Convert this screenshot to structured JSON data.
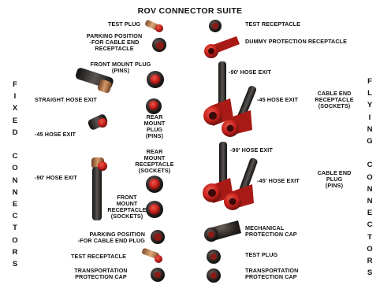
{
  "title": "ROV CONNECTOR SUITE",
  "side_labels": {
    "left_letters": [
      "F",
      "I",
      "X",
      "E",
      "D",
      "",
      "C",
      "O",
      "N",
      "N",
      "E",
      "C",
      "T",
      "O",
      "R",
      "S"
    ],
    "right_letters": [
      "F",
      "L",
      "Y",
      "I",
      "N",
      "G",
      "",
      "C",
      "O",
      "N",
      "N",
      "E",
      "C",
      "T",
      "O",
      "R",
      "S"
    ]
  },
  "labels": {
    "test_plug_top": "TEST PLUG",
    "test_receptacle_top": "TEST RECEPTACLE",
    "parking_position_top_l1": "PARKING POSITION",
    "parking_position_top_l2": "-FOR CABLE END",
    "parking_position_top_l3": "RECEPTACLE",
    "dummy_protection_receptacle": "DUMMY PROTECTION RECEPTACLE",
    "front_mount_plug_l1": "FRONT MOUNT PLUG",
    "front_mount_plug_l2": "(PINS)",
    "hose_exit_90_top_right": "-90' HOSE EXIT",
    "straight_hose_exit": "STRAIGHT HOSE EXIT",
    "hose_exit_45_upper_right": "-45 HOSE EXIT",
    "cable_end_receptacle_l1": "CABLE END",
    "cable_end_receptacle_l2": "RECEPTACLE",
    "cable_end_receptacle_l3": "(SOCKETS)",
    "rear_mount_plug_l1": "REAR",
    "rear_mount_plug_l2": "MOUNT",
    "rear_mount_plug_l3": "PLUG",
    "rear_mount_plug_l4": "(PINS)",
    "hose_exit_45_left": "-45 HOSE EXIT",
    "rear_mount_receptacle_l1": "REAR",
    "rear_mount_receptacle_l2": "MOUNT",
    "rear_mount_receptacle_l3": "RECEPTACLE",
    "rear_mount_receptacle_l4": "(SOCKETS)",
    "hose_exit_90_mid_right": "-90' HOSE EXIT",
    "hose_exit_90_left": "-90' HOSE EXIT",
    "hose_exit_45_lower_right": "-45' HOSE EXIT",
    "cable_end_plug_l1": "CABLE END",
    "cable_end_plug_l2": "PLUG",
    "cable_end_plug_l3": "(PINS)",
    "front_mount_receptacle_l1": "FRONT",
    "front_mount_receptacle_l2": "MOUNT",
    "front_mount_receptacle_l3": "RECEPTACLE",
    "front_mount_receptacle_l4": "(SOCKETS)",
    "mechanical_protection_cap_l1": "MECHANICAL",
    "mechanical_protection_cap_l2": "PROTECTION CAP",
    "parking_position_bottom_l1": "PARKING POSITION",
    "parking_position_bottom_l2": "-FOR CABLE END PLUG",
    "test_receptacle_bottom": "TEST RECEPTACLE",
    "test_plug_bottom": "TEST PLUG",
    "transportation_cap_left_l1": "TRANSPORTATION",
    "transportation_cap_left_l2": "PROTECTION CAP",
    "transportation_cap_right_l1": "TRANSPORTATION",
    "transportation_cap_right_l2": "PROTECTION CAP"
  },
  "colors": {
    "connector_red": "#c8201c",
    "connector_dark": "#2a2422",
    "connector_bronze": "#b8754a",
    "text": "#111111"
  }
}
